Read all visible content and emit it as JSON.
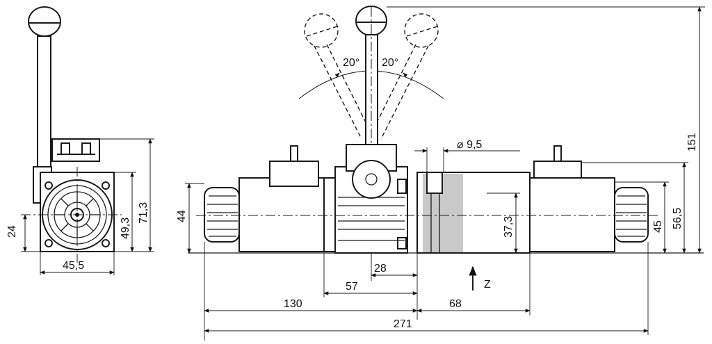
{
  "dimensions": {
    "lever_angle_left": "20°",
    "lever_angle_right": "20°",
    "diameter": "⌀ 9,5",
    "height_total": "151",
    "side_width": "45,5",
    "side_height_24": "24",
    "side_height_49_3": "49,3",
    "side_height_71_3": "71,3",
    "body_height": "44",
    "coil_height": "37,3",
    "height_45": "45",
    "height_56_5": "56,5",
    "len_28": "28",
    "len_57": "57",
    "len_130": "130",
    "len_68": "68",
    "len_271": "271",
    "view_label": "Z"
  }
}
